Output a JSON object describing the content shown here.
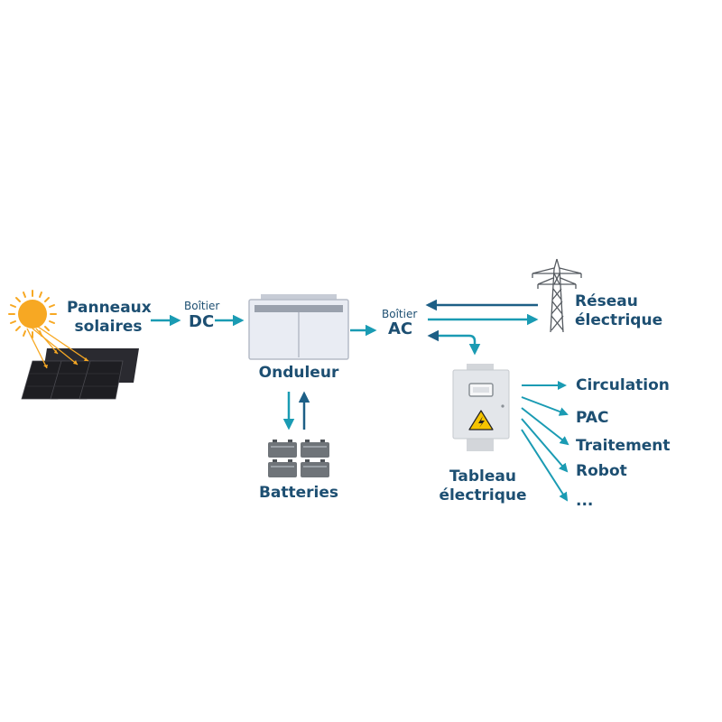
{
  "labels": {
    "panneaux_line1": "Panneaux",
    "panneaux_line2": "solaires",
    "boitier_dc_small": "Boîtier",
    "boitier_dc_big": "DC",
    "onduleur": "Onduleur",
    "batteries": "Batteries",
    "boitier_ac_small": "Boîtier",
    "boitier_ac_big": "AC",
    "reseau_line1": "Réseau",
    "reseau_line2": "électrique",
    "tableau_line1": "Tableau",
    "tableau_line2": "électrique"
  },
  "outputs": [
    "Circulation",
    "PAC",
    "Traitement",
    "Robot",
    "..."
  ],
  "colors": {
    "text": "#1d4f72",
    "arrow_teal": "#1a9bb3",
    "arrow_dark": "#1d5f86",
    "sun": "#f7a823",
    "panel": "#1e1e22",
    "inverter": "#e9ecf3",
    "battery": "#6f7479",
    "warning": "#f5c400"
  },
  "icons": [
    "sun-icon",
    "solar-panel-icon",
    "inverter-icon",
    "battery-icon",
    "pylon-icon",
    "electrical-cabinet-icon",
    "high-voltage-warning-icon"
  ]
}
